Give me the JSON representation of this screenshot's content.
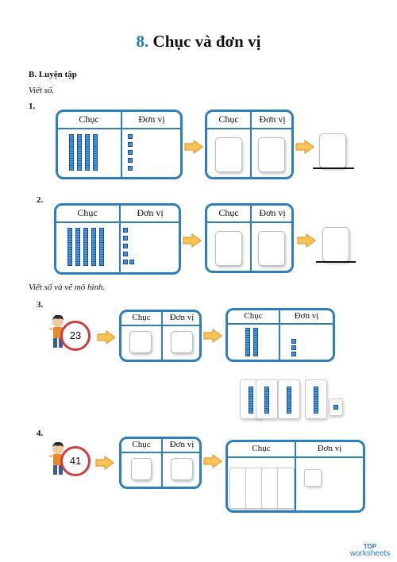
{
  "title": {
    "number": "8.",
    "text": "Chục và đơn vị"
  },
  "section": "B. Luyện tập",
  "instruction1": "Viết số.",
  "instruction2": "Viết số và vẽ mô hình.",
  "labels": {
    "tens": "Chục",
    "ones": "Đơn vị"
  },
  "exercises": [
    {
      "number": "1.",
      "tens": 4,
      "ones": 5
    },
    {
      "number": "2.",
      "tens": 5,
      "ones": 6
    },
    {
      "number": "3.",
      "given": "23",
      "model_tens": 2,
      "model_ones": 3
    },
    {
      "number": "4.",
      "given": "41"
    }
  ],
  "logo": {
    "top": "TOP",
    "bottom": "worksheets"
  }
}
